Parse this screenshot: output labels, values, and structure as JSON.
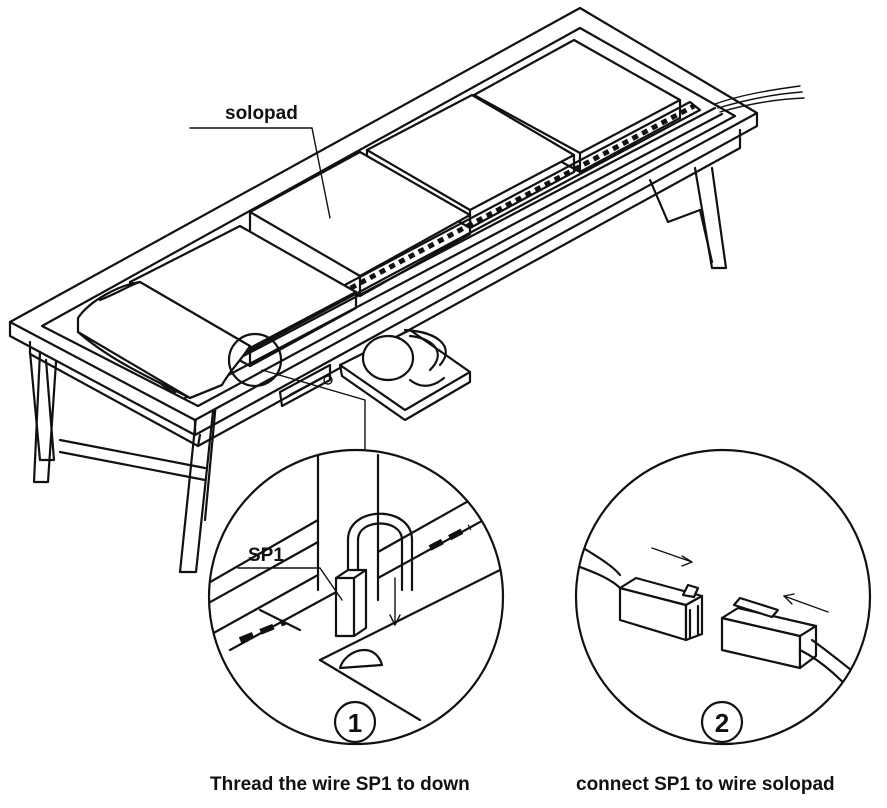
{
  "labels": {
    "solopad": "solopad",
    "sp1": "SP1",
    "step1_number": "1",
    "step2_number": "2"
  },
  "captions": {
    "step1": "Thread the wire SP1 to down",
    "step2": "connect SP1 to wire solopad"
  },
  "colors": {
    "line": "#111111",
    "background": "#ffffff"
  }
}
